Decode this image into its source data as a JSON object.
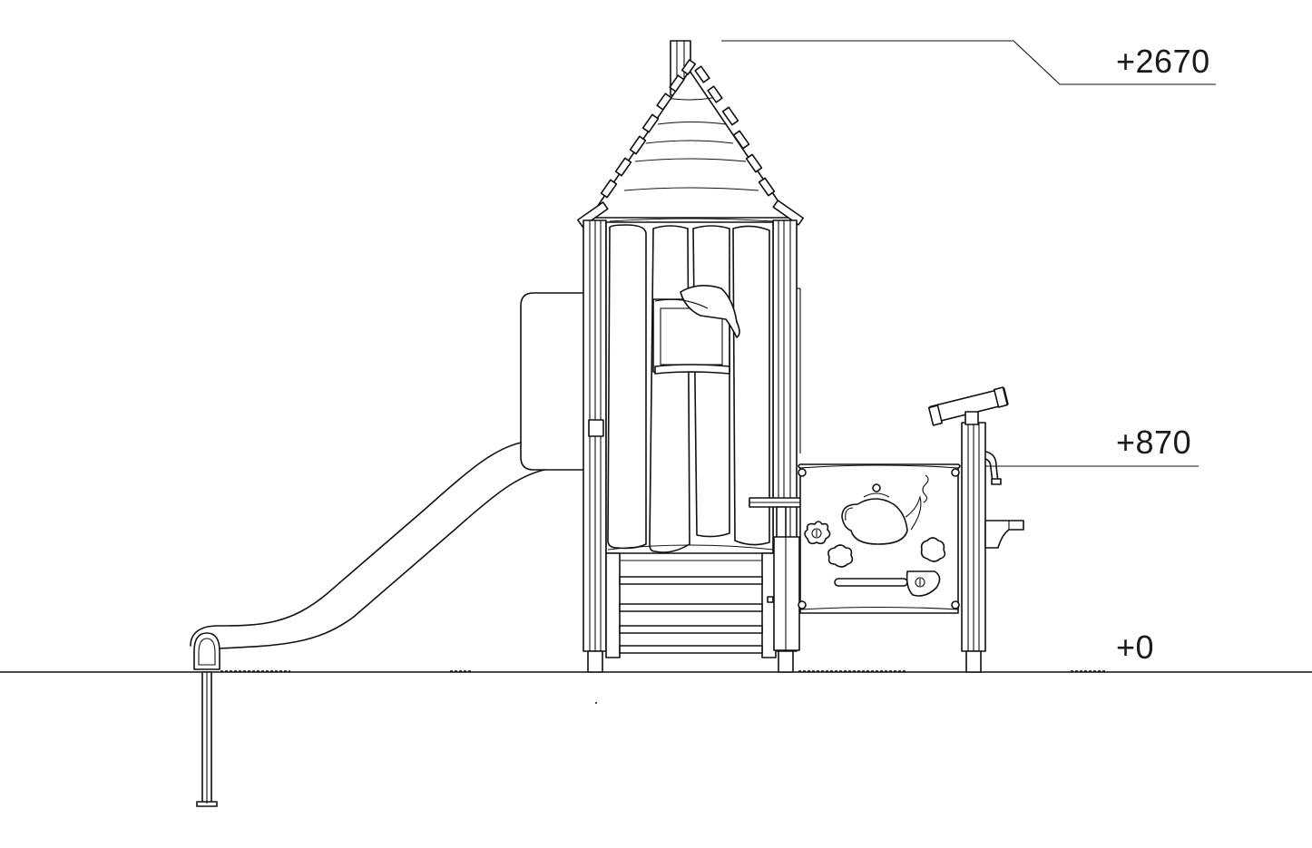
{
  "diagram": {
    "elevation_labels": {
      "top": "+2670",
      "platform": "+870",
      "ground": "+0"
    }
  },
  "colors": {
    "line": "#111111",
    "background": "#ffffff"
  }
}
